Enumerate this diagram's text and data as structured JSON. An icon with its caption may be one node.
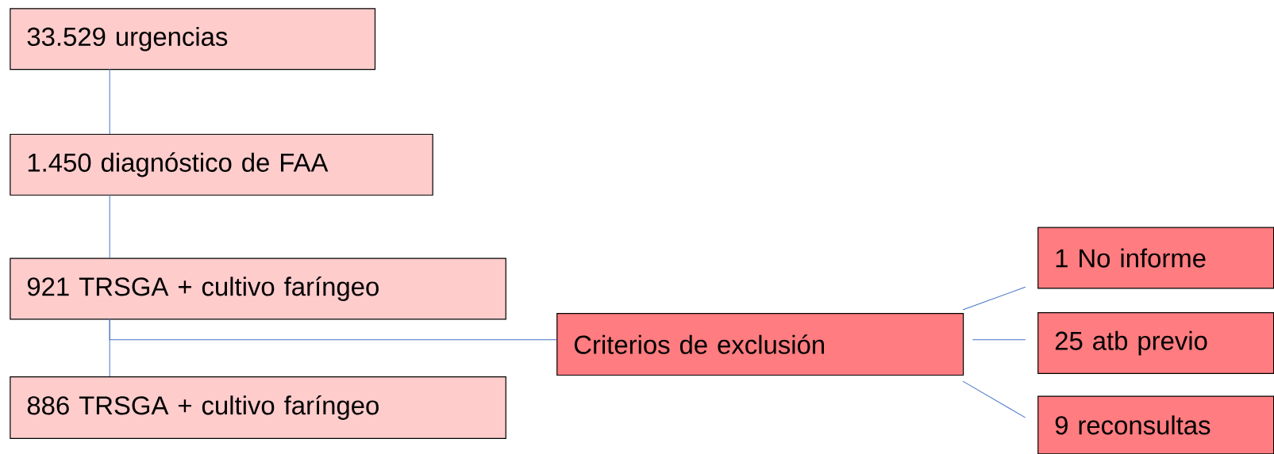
{
  "diagram": {
    "nodes": [
      {
        "text": [
          "33.529 urgencias"
        ]
      },
      {
        "text": [
          "1.450 diagnóstico de FAA"
        ]
      },
      {
        "text": [
          "921 TRSGA + cultivo  faríngeo"
        ]
      },
      {
        "text": [
          "886 TRSGA + cultivo faríngeo"
        ]
      },
      {
        "text": [
          "Criterios de exclusión"
        ]
      },
      {
        "text": [
          "1 No informe"
        ]
      },
      {
        "text": [
          "25 atb previo"
        ]
      },
      {
        "text": [
          "9 reconsultas"
        ]
      }
    ],
    "edges": [
      {
        "from": 0,
        "to": 1,
        "arrow": "none"
      },
      {
        "from": 1,
        "to": 2,
        "arrow": "none"
      },
      {
        "from": 2,
        "to": 3,
        "arrow": "none"
      },
      {
        "from": 2,
        "to": 4,
        "arrow": "none"
      },
      {
        "from": 4,
        "to": 5,
        "arrow": "none"
      },
      {
        "from": 4,
        "to": 6,
        "arrow": "none"
      },
      {
        "from": 4,
        "to": 7,
        "arrow": "none"
      }
    ]
  }
}
